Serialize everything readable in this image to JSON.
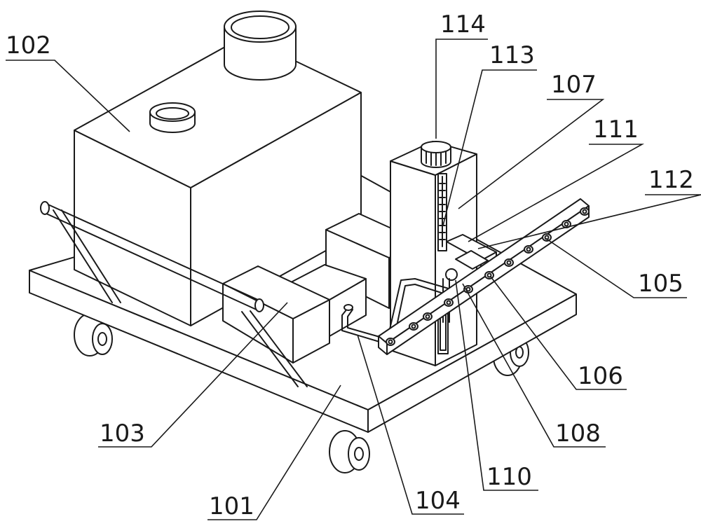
{
  "labels": {
    "l101": "101",
    "l102": "102",
    "l103": "103",
    "l104": "104",
    "l105": "105",
    "l106": "106",
    "l107": "107",
    "l108": "108",
    "l110": "110",
    "l111": "111",
    "l112": "112",
    "l113": "113",
    "l114": "114"
  }
}
